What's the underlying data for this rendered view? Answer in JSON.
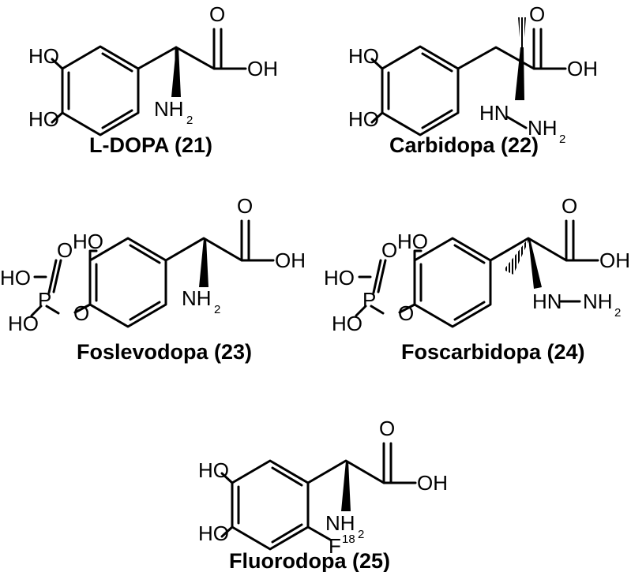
{
  "molecules": [
    {
      "caption": "L-DOPA (21)",
      "labels": {
        "oh_top": "HO",
        "oh_bottom": "HO",
        "carbonyl_o": "O",
        "acid_oh": "OH",
        "amine_n": "NH",
        "amine_sub": "2"
      }
    },
    {
      "caption": "Carbidopa (22)",
      "labels": {
        "oh_top": "HO",
        "oh_bottom": "HO",
        "carbonyl_o": "O",
        "acid_oh": "OH",
        "hydrazine_hn": "HN",
        "hydrazine_nh": "NH",
        "hydrazine_sub": "2"
      }
    },
    {
      "caption": "Foslevodopa (23)",
      "labels": {
        "oh_top": "HO",
        "p_ho1": "HO",
        "p_ho2": "HO",
        "p_atom": "P",
        "p_o_double": "O",
        "p_o_ester": "O",
        "carbonyl_o": "O",
        "acid_oh": "OH",
        "amine_n": "NH",
        "amine_sub": "2"
      }
    },
    {
      "caption": "Foscarbidopa (24)",
      "labels": {
        "oh_top": "HO",
        "p_ho1": "HO",
        "p_ho2": "HO",
        "p_atom": "P",
        "p_o_double": "O",
        "p_o_ester": "O",
        "carbonyl_o": "O",
        "acid_oh": "OH",
        "hydrazine_hn": "HN",
        "hydrazine_nh": "NH",
        "hydrazine_sub": "2"
      }
    },
    {
      "caption": "Fluorodopa (25)",
      "labels": {
        "oh_top": "HO",
        "oh_bottom": "HO",
        "carbonyl_o": "O",
        "acid_oh": "OH",
        "amine_n": "NH",
        "amine_sub": "2",
        "fluorine": "F",
        "isotope": "18"
      }
    }
  ]
}
